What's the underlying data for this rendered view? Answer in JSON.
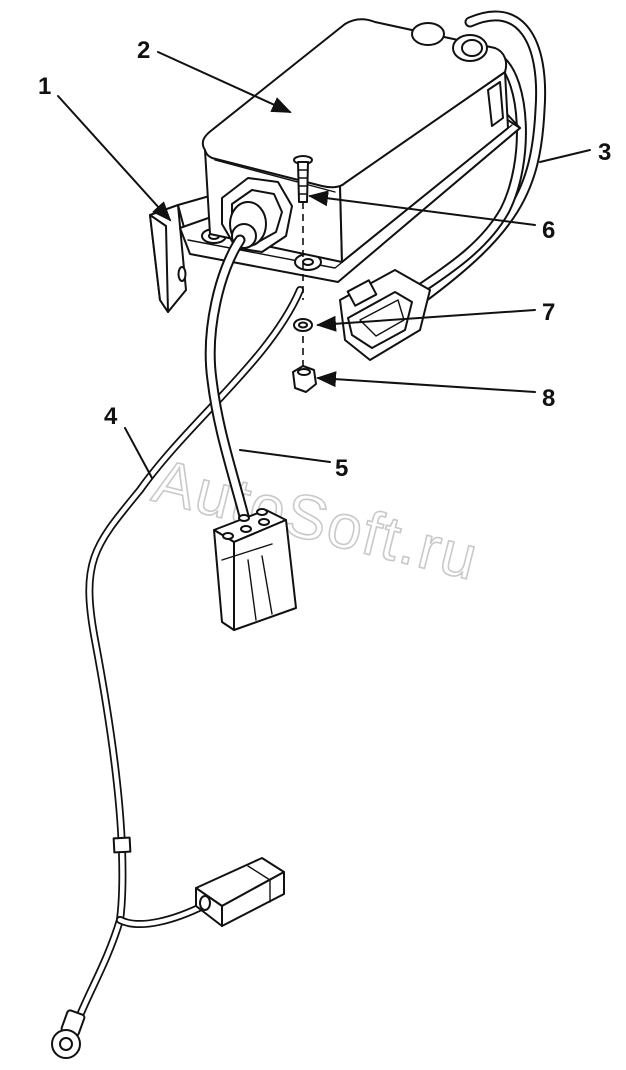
{
  "diagram": {
    "watermark": "AutoSoft.ru",
    "callouts": {
      "c1": "1",
      "c2": "2",
      "c3": "3",
      "c4": "4",
      "c5": "5",
      "c6": "6",
      "c7": "7",
      "c8": "8"
    }
  }
}
